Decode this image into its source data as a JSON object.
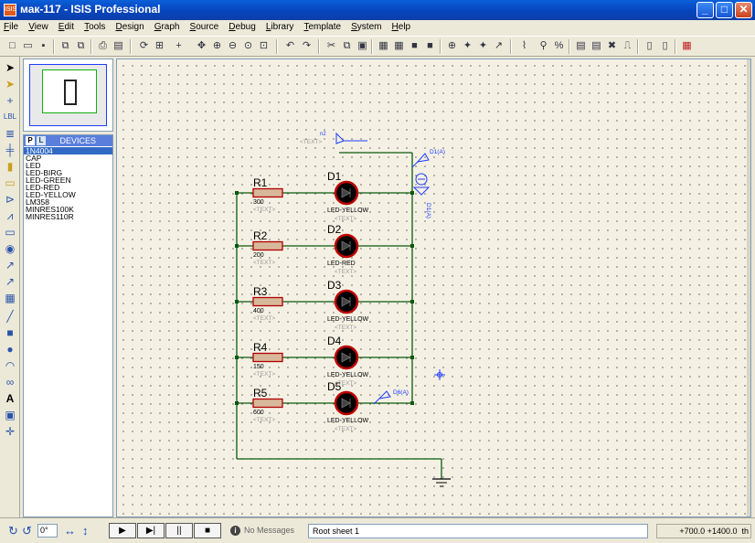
{
  "window": {
    "title": "мак-117 - ISIS Professional",
    "app_icon": "ISIS",
    "buttons": {
      "minimize": "_",
      "maximize": "□",
      "close": "✕"
    }
  },
  "menu": [
    "File",
    "View",
    "Edit",
    "Tools",
    "Design",
    "Graph",
    "Source",
    "Debug",
    "Library",
    "Template",
    "System",
    "Help"
  ],
  "toolbar_icons": [
    "new-file-icon",
    "open-folder-icon",
    "save-icon",
    "import-icon",
    "export-icon",
    "print-icon",
    "print-setup-icon",
    "refresh-icon",
    "grid-icon",
    "origin-icon",
    "pan-icon",
    "zoom-in-icon",
    "zoom-out-icon",
    "zoom-all-icon",
    "zoom-area-icon",
    "undo-icon",
    "redo-icon",
    "cut-icon",
    "copy-icon",
    "paste-icon",
    "block-copy-icon",
    "block-move-icon",
    "block-rotate-icon",
    "block-delete-icon",
    "pick-device-icon",
    "make-device-icon",
    "package-icon",
    "decompose-icon",
    "wire-autorouter-icon",
    "search-tag-icon",
    "property-assign-icon",
    "new-sheet-icon",
    "remove-sheet-icon",
    "goto-sheet-icon",
    "bom-icon",
    "netlist-icon",
    "electrical-check-icon",
    "netlist-ares-icon"
  ],
  "left_tools": [
    "select-mode-icon",
    "component-mode-icon",
    "junction-icon",
    "wire-label-icon",
    "text-script-icon",
    "bus-icon",
    "subcircuit-icon",
    "terminal-icon",
    "device-pin-icon",
    "graph-icon",
    "tape-recorder-icon",
    "generator-icon",
    "voltage-probe-icon",
    "current-probe-icon",
    "virtual-instrument-icon",
    "line-icon",
    "box-icon",
    "circle-icon",
    "arc-icon",
    "path-icon",
    "text-icon",
    "symbol-icon",
    "marker-icon"
  ],
  "devices": {
    "tab_p": "P",
    "tab_l": "L",
    "header": "DEVICES",
    "selected_index": 0,
    "items": [
      "1N4004",
      "CAP",
      "LED",
      "LED-BIRG",
      "LED-GREEN",
      "LED-RED",
      "LED-YELLOW",
      "LM358",
      "MINRES100K",
      "MINRES110R"
    ]
  },
  "schematic": {
    "rows": [
      {
        "ref": "R1",
        "value": "300",
        "text": "<TEXT>",
        "led_ref": "D1",
        "led_type": "LED-YELLOW",
        "led_text": "<TEXT>"
      },
      {
        "ref": "R2",
        "value": "200",
        "text": "<TEXT>",
        "led_ref": "D2",
        "led_type": "LED-RED",
        "led_text": "<TEXT>"
      },
      {
        "ref": "R3",
        "value": "400",
        "text": "<TEXT>",
        "led_ref": "D3",
        "led_type": "LED-YELLOW",
        "led_text": "<TEXT>"
      },
      {
        "ref": "R4",
        "value": "150",
        "text": "<TEXT>",
        "led_ref": "D4",
        "led_type": "LED-YELLOW",
        "led_text": "<TEXT>"
      },
      {
        "ref": "R5",
        "value": "600",
        "text": "<TEXT>",
        "led_ref": "D5",
        "led_type": "LED-YELLOW",
        "led_text": "<TEXT>"
      }
    ],
    "probe_n2": "n2",
    "probe_n2_text": "<TEXT>",
    "probe_d1": "D1(A)",
    "probe_d6": "D6(A)",
    "current_probe_label": "D1(A)"
  },
  "status": {
    "rotation": "0°",
    "sim_buttons": [
      "▶",
      "▶|",
      "||",
      "■"
    ],
    "messages": "No Messages",
    "sheet": "Root sheet 1",
    "coords": "+700.0  +1400.0",
    "units": "th"
  },
  "colors": {
    "wire": "#0b5a0b",
    "resistor": "#b00000",
    "led": "#c00000",
    "probe": "#1e3cff",
    "canvas": "#f4f1e4"
  }
}
